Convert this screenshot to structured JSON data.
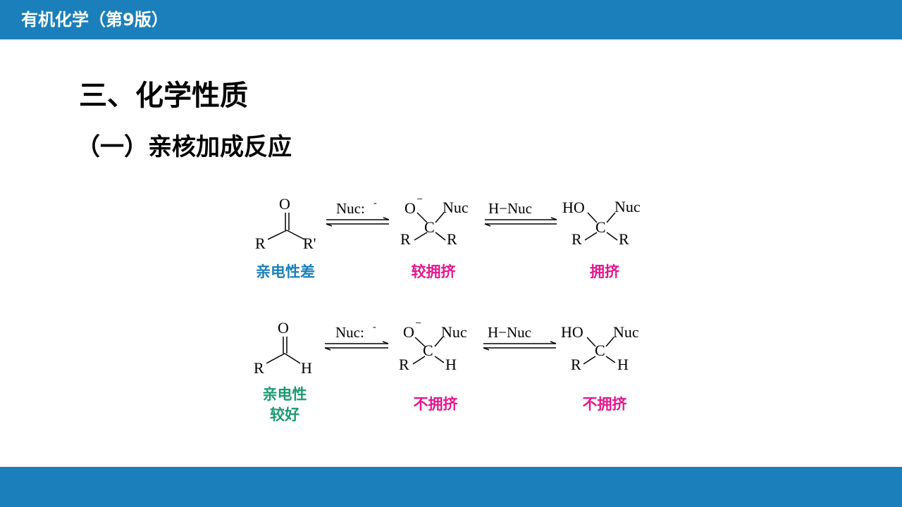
{
  "header": {
    "title": "有机化学（第9版）"
  },
  "section_title": "三、化学性质",
  "subsection_title": "（一）亲核加成反应",
  "colors": {
    "bar": "#1a7fba",
    "blue": "#1a7fba",
    "pink": "#e6168c",
    "green": "#1a9a6e"
  },
  "chem": {
    "O": "O",
    "C": "C",
    "R": "R",
    "R_prime": "R'",
    "H": "H",
    "HO": "HO",
    "Nuc": "Nuc",
    "minus": "−",
    "reagent1": "Nuc:",
    "reagent1_sup": "-",
    "reagent2": "H−Nuc"
  },
  "captions": {
    "row1": {
      "ketone": "亲电性差",
      "intermediate": "较拥挤",
      "product": "拥挤"
    },
    "row2": {
      "aldehyde_line1": "亲电性",
      "aldehyde_line2": "较好",
      "intermediate": "不拥挤",
      "product": "不拥挤"
    }
  }
}
